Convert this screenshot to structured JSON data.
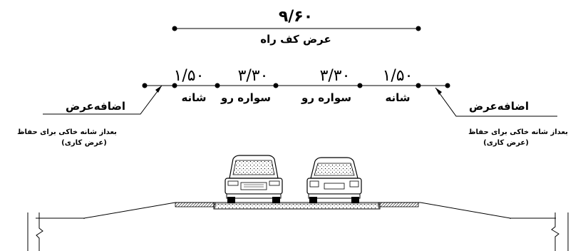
{
  "top_dimension": {
    "value": "۹/۶۰",
    "label": "عرض کف راه"
  },
  "segments": [
    {
      "value": "۱/۵۰",
      "label": "شانه"
    },
    {
      "value": "۳/۳۰",
      "label": "سواره رو"
    },
    {
      "value": "۳/۳۰",
      "label": "سواره رو"
    },
    {
      "value": "۱/۵۰",
      "label": "شانه"
    }
  ],
  "left_note": {
    "title": "اضافه‌عرض",
    "line1": "بعداز شانه خاکی برای حفاظ",
    "line2": "(عرض کاری)"
  },
  "right_note": {
    "title": "اضافه‌عرض",
    "line1": "بعداز شانه خاکی برای حفاظ",
    "line2": "(عرض کاری)"
  },
  "icons": [
    "car-front-icon",
    "car-rear-icon"
  ]
}
